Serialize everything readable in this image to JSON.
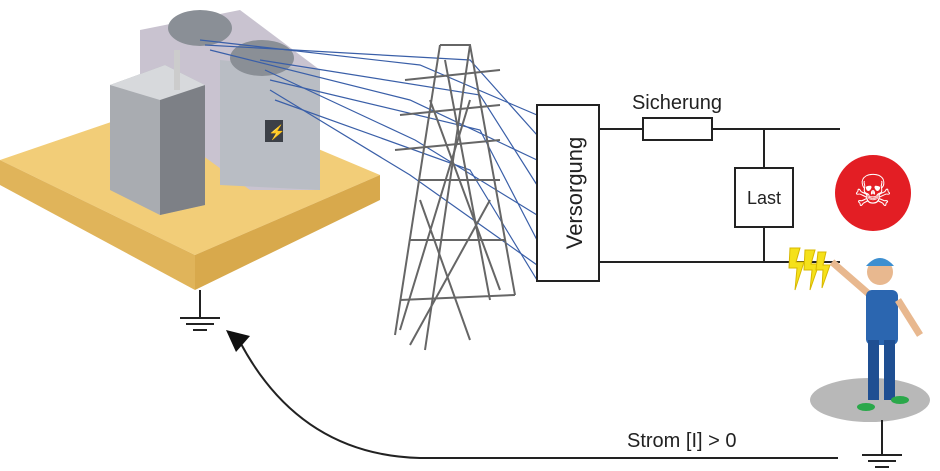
{
  "labels": {
    "supply": "Versorgung",
    "fuse": "Sicherung",
    "load": "Last",
    "current": "Strom [I] > 0"
  },
  "icons": [
    "power-plant-illustration",
    "transmission-tower-icon",
    "skull-crossbones-icon",
    "lightning-icon",
    "worker-figure",
    "ground-symbol-icon",
    "arrow-icon"
  ],
  "colors": {
    "danger": "#e31e24",
    "lightning": "#f5e11a",
    "wires": "#3a5fa8",
    "platform": "#f0c870"
  }
}
